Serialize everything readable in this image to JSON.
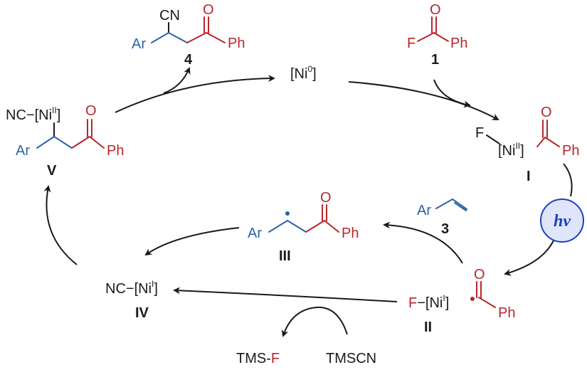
{
  "ni0": {
    "ni": "[Ni",
    "ox": "0",
    "close": "]"
  },
  "compound_4": {
    "cn": "CN",
    "ar": "Ar",
    "o": "O",
    "ph": "Ph",
    "label": "4"
  },
  "compound_1": {
    "o": "O",
    "f": "F",
    "ph": "Ph",
    "label": "1"
  },
  "complex_I": {
    "f": "F",
    "ni": "[Ni",
    "ox": "II",
    "close": "]",
    "o": "O",
    "ph": "Ph",
    "label": "I"
  },
  "complex_V": {
    "nc": "NC",
    "ni": "[Ni",
    "ox": "II",
    "close": "]",
    "ar": "Ar",
    "o": "O",
    "ph": "Ph",
    "label": "V"
  },
  "radical_III": {
    "ar": "Ar",
    "o": "O",
    "ph": "Ph",
    "label": "III"
  },
  "alkene_3": {
    "ar": "Ar",
    "label": "3"
  },
  "hv": "hv",
  "complex_II": {
    "f": "F",
    "ni": "[Ni",
    "ox": "I",
    "close": "]",
    "label": "II"
  },
  "acyl_radical": {
    "o": "O",
    "ph": "Ph"
  },
  "complex_IV": {
    "nc": "NC",
    "ni": "[Ni",
    "ox": "I",
    "close": "]",
    "label": "IV"
  },
  "byproduct": {
    "tms": "TMS-",
    "f": "F"
  },
  "reagent": "TMSCN",
  "colors": {
    "acyl": "#b8262b",
    "alkyl": "#2a64a8",
    "hv_fill": "#dfe6fb",
    "hv_stroke": "#1f3fbf"
  }
}
